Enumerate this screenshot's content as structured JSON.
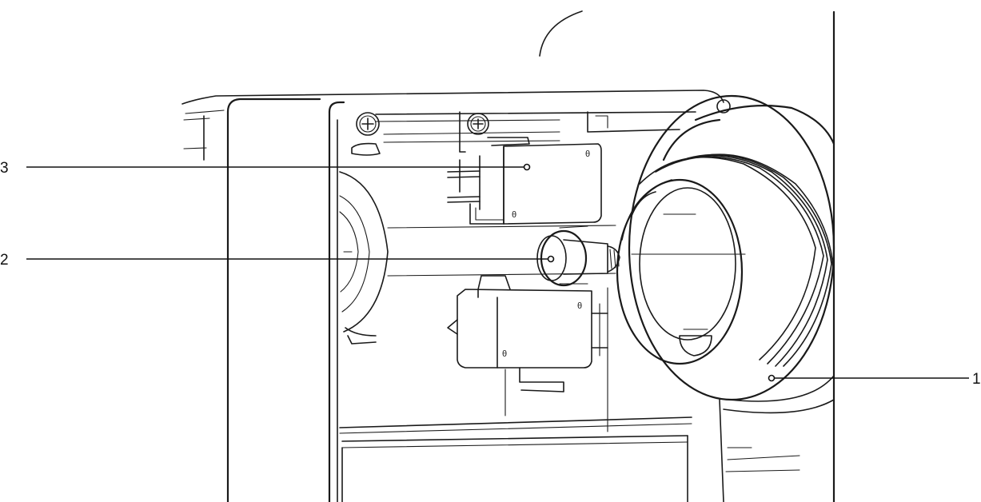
{
  "figure": {
    "type": "technical-line-drawing",
    "subject": "microswitch-assembly",
    "ink_color": "#1a1a1a",
    "background_color": "#ffffff"
  },
  "callouts": [
    {
      "id": "callout-1",
      "label": "1"
    },
    {
      "id": "callout-2",
      "label": "2"
    },
    {
      "id": "callout-3",
      "label": "3"
    }
  ]
}
